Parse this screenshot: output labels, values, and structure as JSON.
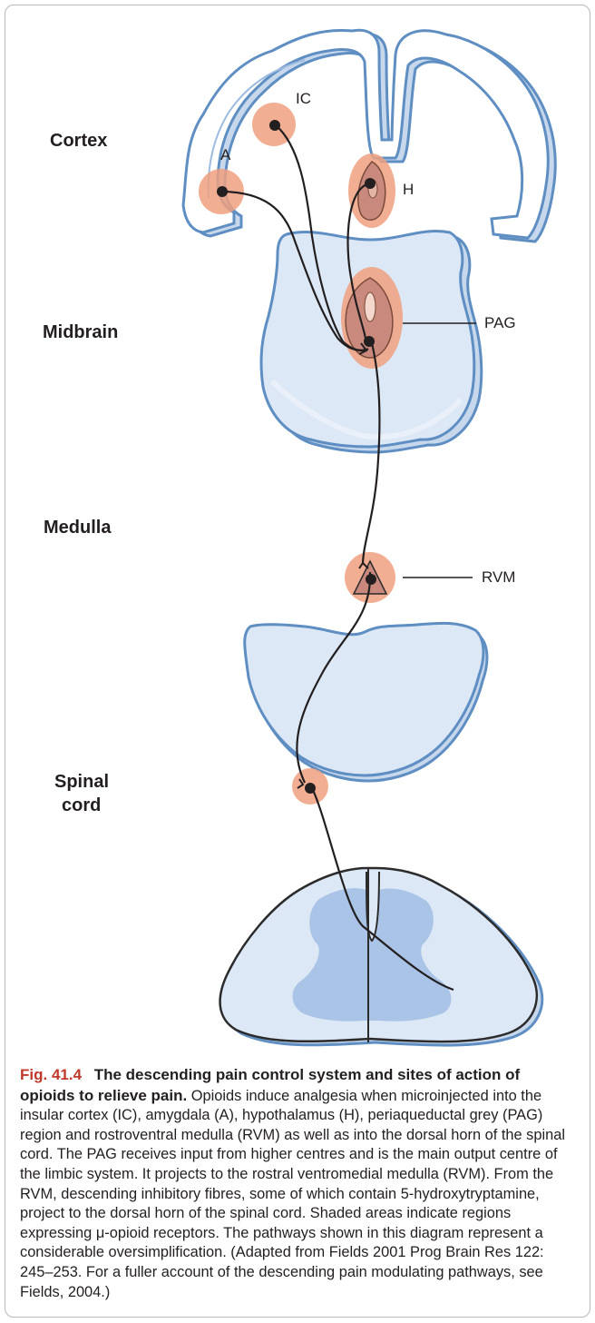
{
  "diagram": {
    "region_labels": {
      "cortex": "Cortex",
      "midbrain": "Midbrain",
      "medulla": "Medulla",
      "spinal_cord_line1": "Spinal",
      "spinal_cord_line2": "cord"
    },
    "site_labels": {
      "amygdala": "A",
      "insular_cortex": "IC",
      "hypothalamus": "H",
      "pag": "PAG",
      "rvm": "RVM"
    },
    "colors": {
      "tissue_outline": "#6f9fd1",
      "tissue_fill": "#dce8f6",
      "grey_matter": "#a9c4e6",
      "opioid_site": "#f0a080",
      "pathway": "#231f20"
    }
  },
  "caption": {
    "figure_number": "Fig. 41.4",
    "title": "The descending pain control system and sites of action of opioids to relieve pain.",
    "body": "Opioids induce analgesia when microinjected into the insular cortex (IC), amygdala (A), hypothalamus (H), periaqueductal grey (PAG) region and rostroventral medulla (RVM) as well as into the dorsal horn of the spinal cord. The PAG receives input from higher centres and is the main output centre of the limbic system. It projects to the rostral ventromedial medulla (RVM). From the RVM, descending inhibitory fibres, some of which contain 5-hydroxytryptamine, project to the dorsal horn of the spinal cord. Shaded areas indicate regions expressing μ-opioid receptors. The pathways shown in this diagram represent a considerable oversimplification. (Adapted from Fields 2001 Prog Brain Res 122: 245–253. For a fuller account of the descending pain modulating pathways, see Fields, 2004.)"
  }
}
